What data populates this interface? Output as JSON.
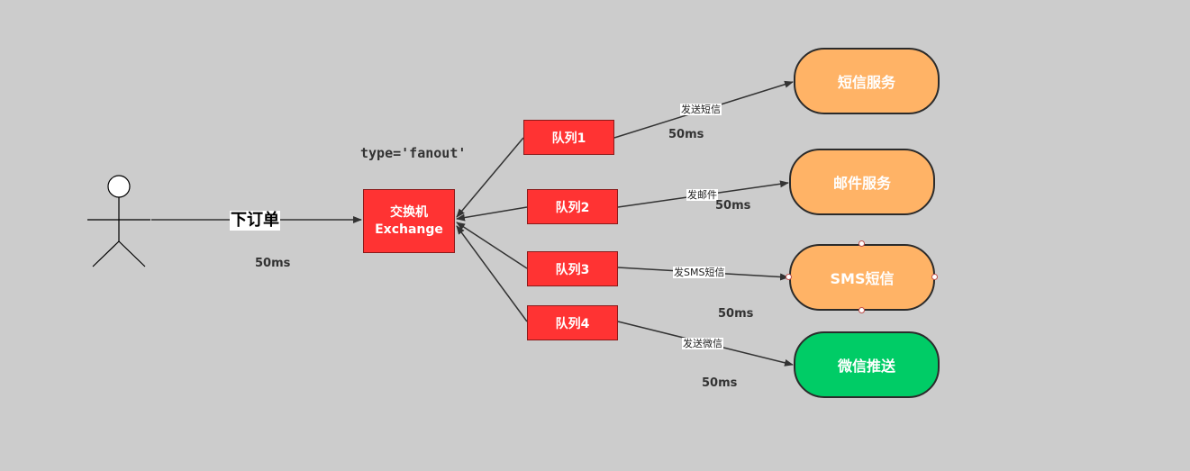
{
  "actor": {
    "icon": "stick-figure-user-icon"
  },
  "order_edge": {
    "label": "下订单",
    "timing": "50ms"
  },
  "exchange": {
    "line1": "交换机",
    "line2": "Exchange",
    "type_label": "type='fanout'",
    "color": "#ff3333"
  },
  "queues": [
    {
      "label": "队列1"
    },
    {
      "label": "队列2"
    },
    {
      "label": "队列3"
    },
    {
      "label": "队列4"
    }
  ],
  "edges": [
    {
      "label": "发送短信",
      "timing": "50ms"
    },
    {
      "label": "发邮件",
      "timing": "50ms"
    },
    {
      "label": "发SMS短信",
      "timing": "50ms"
    },
    {
      "label": "发送微信",
      "timing": "50ms"
    }
  ],
  "services": [
    {
      "label": "短信服务",
      "color": "#ffb366"
    },
    {
      "label": "邮件服务",
      "color": "#ffb366"
    },
    {
      "label": "SMS短信",
      "color": "#ffb366"
    },
    {
      "label": "微信推送",
      "color": "#00cc66"
    }
  ]
}
